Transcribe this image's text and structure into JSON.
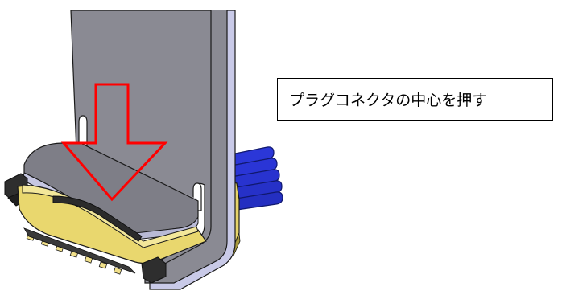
{
  "callout": {
    "text": "プラグコネクタの中心を押す"
  },
  "illustration": {
    "subject": "connector-assembly",
    "arrow_direction": "down",
    "colors": {
      "arrow_outline": "#ff0000",
      "bracket": "#85858d",
      "bracket_edge": "#c7c8e6",
      "housing": "#e8d66c",
      "cables": "#2a35d6",
      "dark_part": "#2b2b2b",
      "outline": "#000000"
    }
  }
}
